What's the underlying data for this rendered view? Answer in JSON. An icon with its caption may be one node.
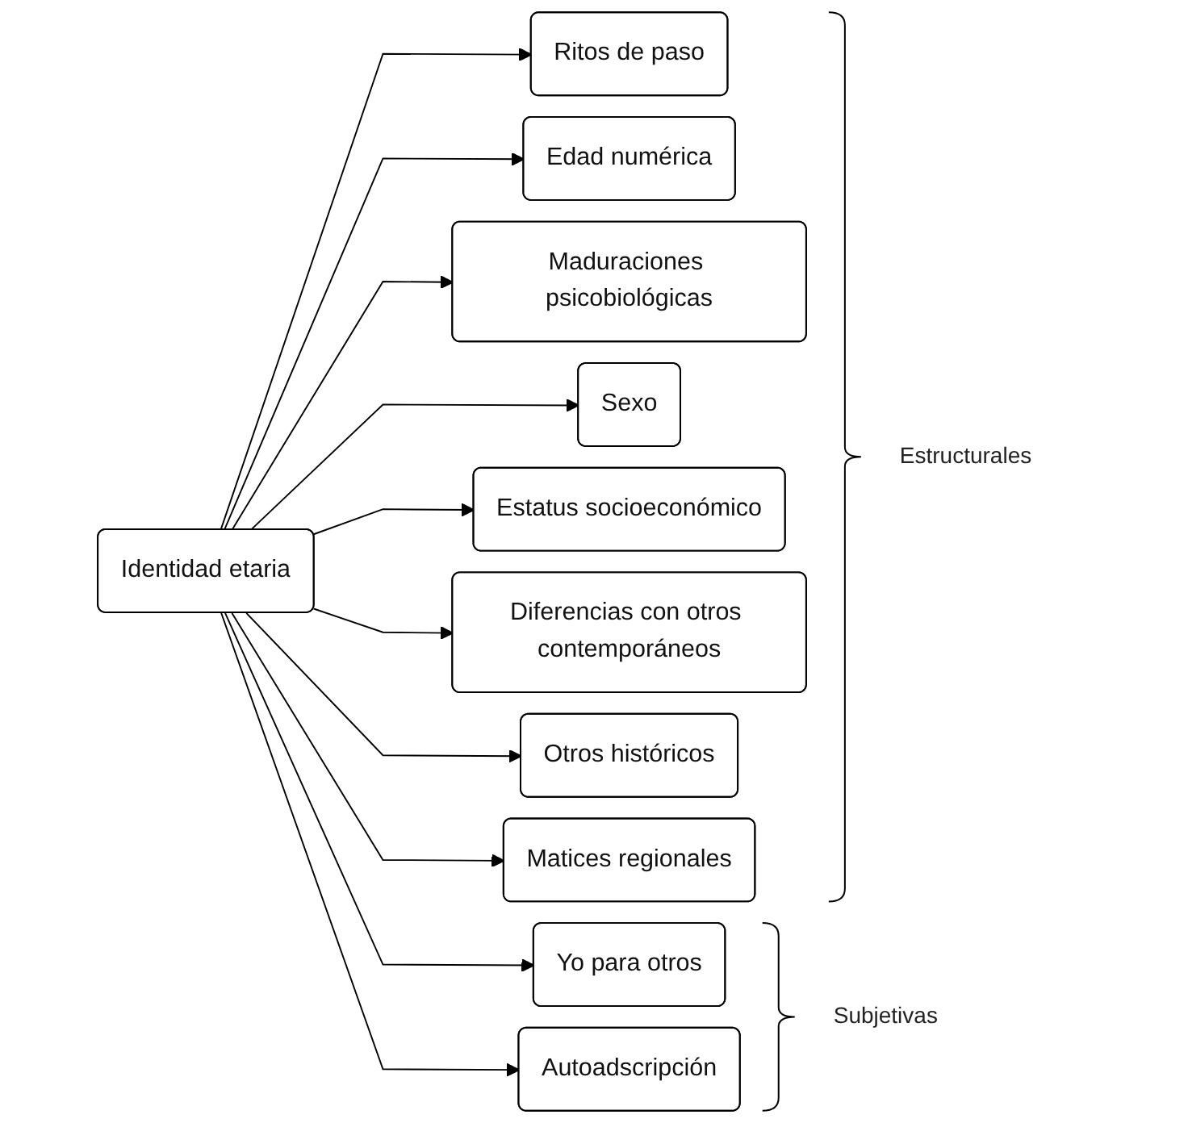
{
  "diagram": {
    "nodes": [
      {
        "text": [
          "Identidad etaria"
        ]
      },
      {
        "text": [
          "Ritos de paso"
        ]
      },
      {
        "text": [
          "Edad numérica"
        ]
      },
      {
        "text": [
          "Maduraciones psicobiológicas"
        ]
      },
      {
        "text": [
          "Sexo"
        ]
      },
      {
        "text": [
          "Estatus socioeconómico"
        ]
      },
      {
        "text": [
          "Diferencias con otros contemporáneos"
        ]
      },
      {
        "text": [
          "Otros históricos"
        ]
      },
      {
        "text": [
          "Matices regionales"
        ]
      },
      {
        "text": [
          "Yo para otros"
        ]
      },
      {
        "text": [
          "Autoadscripción"
        ]
      }
    ],
    "edges": [
      {
        "from": 0,
        "to": 1,
        "arrow": "to"
      },
      {
        "from": 0,
        "to": 2,
        "arrow": "to"
      },
      {
        "from": 0,
        "to": 3,
        "arrow": "to"
      },
      {
        "from": 0,
        "to": 4,
        "arrow": "to"
      },
      {
        "from": 0,
        "to": 5,
        "arrow": "to"
      },
      {
        "from": 0,
        "to": 6,
        "arrow": "to"
      },
      {
        "from": 0,
        "to": 7,
        "arrow": "to"
      },
      {
        "from": 0,
        "to": 8,
        "arrow": "to"
      },
      {
        "from": 0,
        "to": 9,
        "arrow": "to"
      },
      {
        "from": 0,
        "to": 10,
        "arrow": "to"
      }
    ],
    "labels": [
      "Estructurales",
      "Subjetivas"
    ]
  }
}
